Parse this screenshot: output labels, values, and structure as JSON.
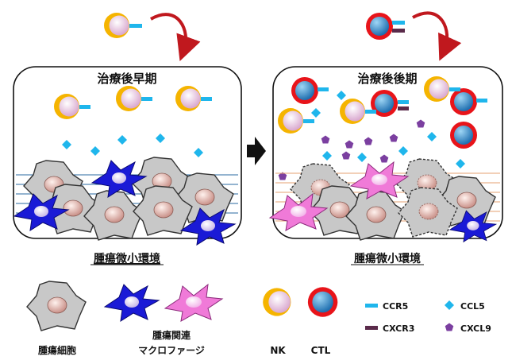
{
  "panels": {
    "left": {
      "title": "治療後早期",
      "caption": "腫瘍微小環境"
    },
    "right": {
      "title": "治療後後期",
      "caption": "腫瘍微小環境"
    }
  },
  "legend": {
    "tumor_cell": "腫瘍細胞",
    "tam_line1": "腫瘍関連",
    "tam_line2": "マクロファージ",
    "nk": "NK",
    "ctl": "CTL",
    "ccr5": "CCR5",
    "cxcr3": "CXCR3",
    "ccl5": "CCL5",
    "cxcl9": "CXCL9"
  },
  "colors": {
    "nk_outer": "#f5b400",
    "nk_inner": "#e8cfe5",
    "ctl_outer": "#e8141a",
    "ctl_inner": "#3a9cd6",
    "ccr5": "#1fb6ec",
    "cxcr3": "#5a2a4a",
    "ccl5": "#1fb6ec",
    "cxcl9": "#7b3fa0",
    "tam_m2": "#1a1ad6",
    "tam_m1": "#f07ad8",
    "tumor_cell": "#c8c8c8",
    "arrow": "#c0181e"
  }
}
